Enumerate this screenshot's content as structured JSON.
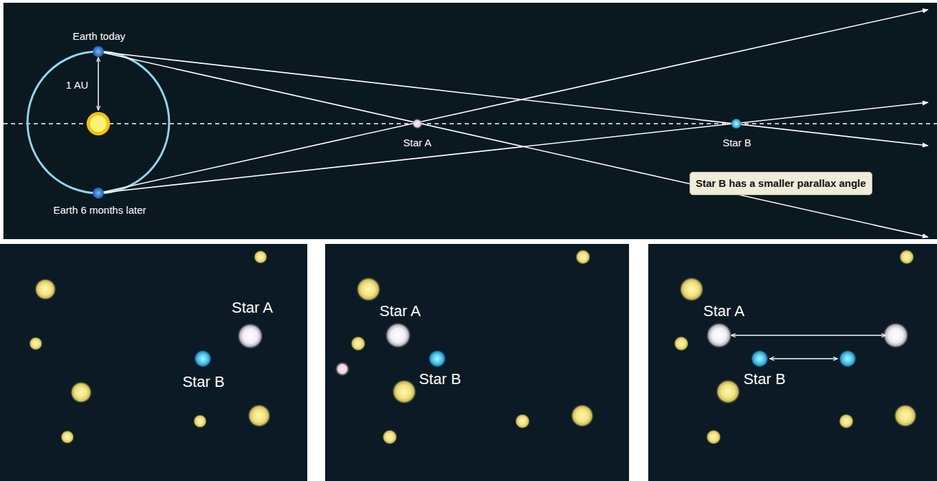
{
  "diagram": {
    "nodes": [
      {
        "text": [
          "Star B has a smaller parallax angle"
        ]
      }
    ],
    "edges": [],
    "labels": [
      "Earth today",
      "1 AU",
      "Star A",
      "Star B",
      "Earth 6 months later",
      "Star A",
      "Star B",
      "Star A",
      "Star B",
      "Star A",
      "Star B"
    ]
  }
}
